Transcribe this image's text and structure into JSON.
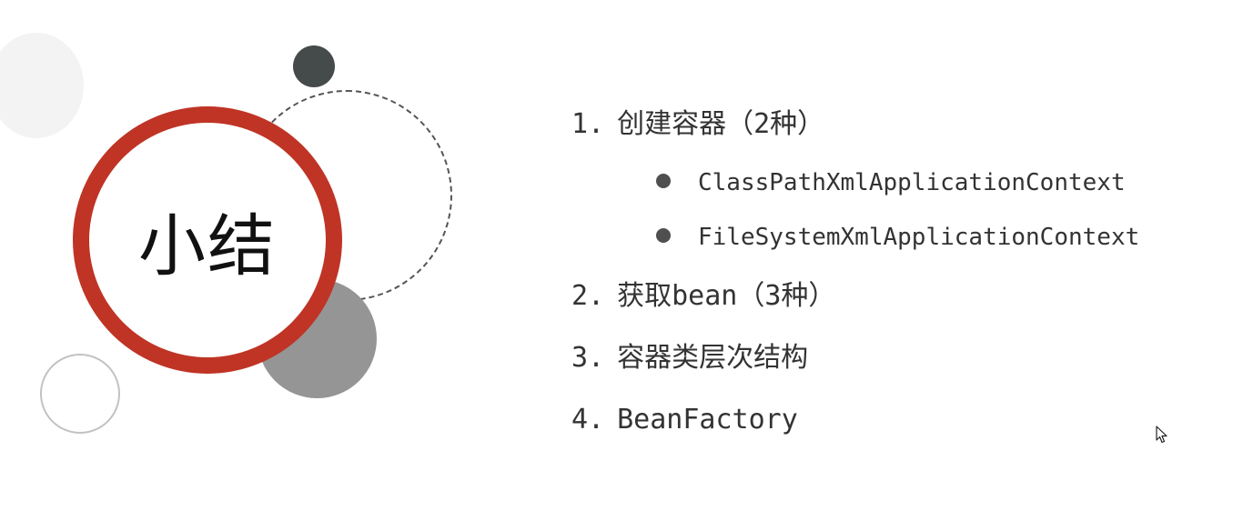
{
  "slide": {
    "title": "小结",
    "items": [
      {
        "number": "1.",
        "text": "创建容器（2种）"
      },
      {
        "number": "2.",
        "text": "获取bean（3种）"
      },
      {
        "number": "3.",
        "text": "容器类层次结构"
      },
      {
        "number": "4.",
        "text": "BeanFactory"
      }
    ],
    "subitems": [
      {
        "text": "ClassPathXmlApplicationContext"
      },
      {
        "text": "FileSystemXmlApplicationContext"
      }
    ]
  },
  "colors": {
    "accent_red": "#bf3425",
    "dark_circle": "#454a4b",
    "gray_circle": "#959595",
    "text": "#333333"
  },
  "icons": {
    "cursor": "mouse-pointer-icon",
    "bullet": "bullet-dot-icon"
  }
}
